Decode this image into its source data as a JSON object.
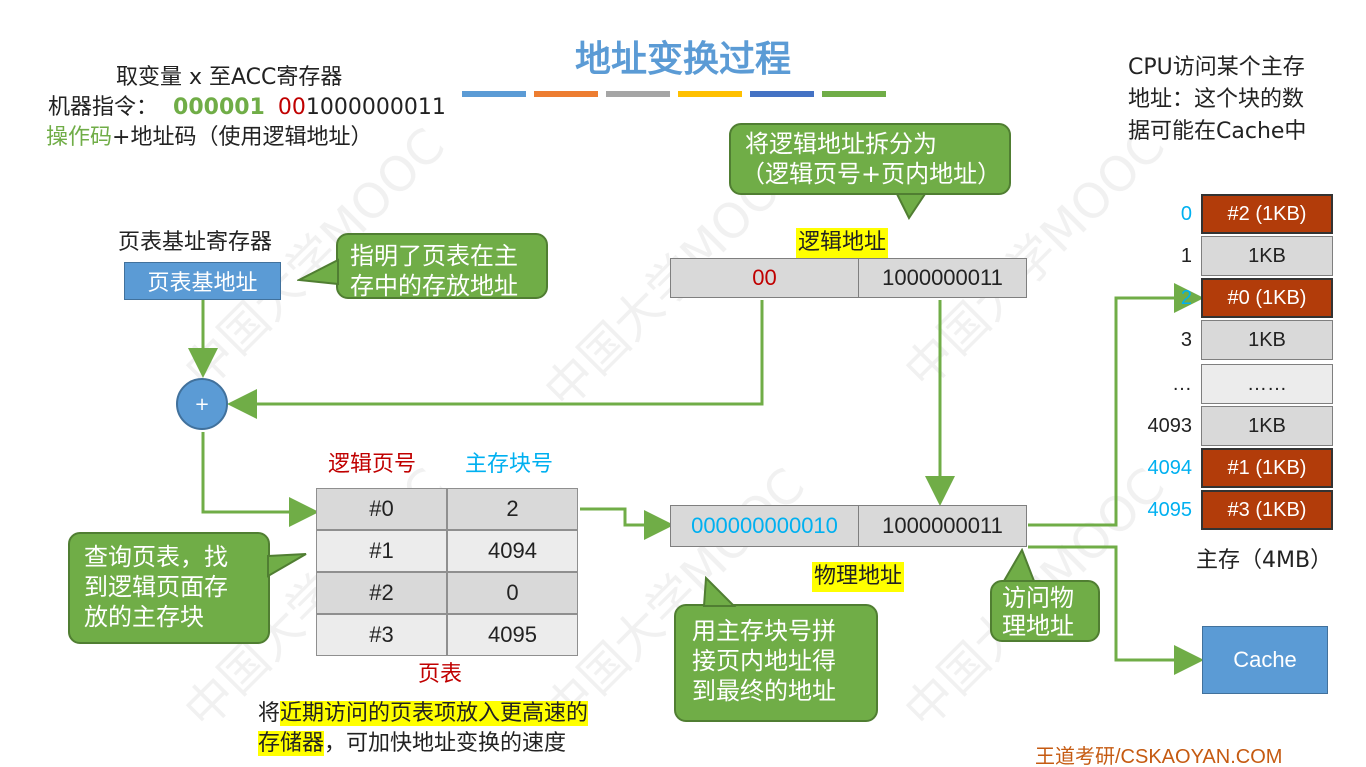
{
  "title": "地址变换过程",
  "stripe_colors": [
    "#5b9bd5",
    "#ed7d31",
    "#a5a5a5",
    "#ffc000",
    "#4472c4",
    "#70ad47"
  ],
  "instruction": {
    "line1": "取变量 x 至ACC寄存器",
    "line2_prefix": "机器指令：",
    "opcode": "000001",
    "addr_red": "00",
    "addr_rest": "1000000011",
    "line3_green": "操作码",
    "line3_rest": "+地址码（使用逻辑地址）"
  },
  "cpu_note": {
    "line1": "CPU访问某个主存",
    "line2": "地址：这个块的数",
    "line3": "据可能在Cache中"
  },
  "page_table_register": {
    "label": "页表基址寄存器",
    "value": "页表基地址"
  },
  "callouts": {
    "ptr_line1": "指明了页表在主",
    "ptr_line2": "存中的存放地址",
    "split_line1": "将逻辑地址拆分为",
    "split_line2": "（逻辑页号+页内地址）",
    "query_line1": "查询页表，找",
    "query_line2": "到逻辑页面存",
    "query_line3": "放的主存块",
    "concat_line1": "用主存块号拼",
    "concat_line2": "接页内地址得",
    "concat_line3": "到最终的地址",
    "access_line1": "访问物",
    "access_line2": "理地址"
  },
  "adder_symbol": "+",
  "logical_address": {
    "label": "逻辑地址",
    "page": "00",
    "offset": "1000000011"
  },
  "physical_address": {
    "label": "物理地址",
    "block": "000000000010",
    "offset": "1000000011"
  },
  "page_table": {
    "header_page": "逻辑页号",
    "header_block": "主存块号",
    "caption": "页表",
    "rows": [
      {
        "page": "#0",
        "block": "2"
      },
      {
        "page": "#1",
        "block": "4094"
      },
      {
        "page": "#2",
        "block": "0"
      },
      {
        "page": "#3",
        "block": "4095"
      }
    ]
  },
  "tlb_note": {
    "pre": "将",
    "hl1": "近期访问的页表项放入更高速的",
    "hl2": "存储器",
    "post": "，可加快地址变换的速度"
  },
  "main_memory": {
    "caption": "主存（4MB）",
    "rows": [
      {
        "index": "0",
        "content": "#2 (1KB)",
        "highlight": true
      },
      {
        "index": "1",
        "content": "1KB",
        "highlight": false
      },
      {
        "index": "2",
        "content": "#0 (1KB)",
        "highlight": true
      },
      {
        "index": "3",
        "content": "1KB",
        "highlight": false
      },
      {
        "index": "…",
        "content": "……",
        "highlight": false
      },
      {
        "index": "4093",
        "content": "1KB",
        "highlight": false
      },
      {
        "index": "4094",
        "content": "#1 (1KB)",
        "highlight": true
      },
      {
        "index": "4095",
        "content": "#3 (1KB)",
        "highlight": true
      }
    ]
  },
  "cache": {
    "label": "Cache"
  },
  "footer": "王道考研/CSKAOYAN.COM",
  "watermark": "中国大学MOOC"
}
